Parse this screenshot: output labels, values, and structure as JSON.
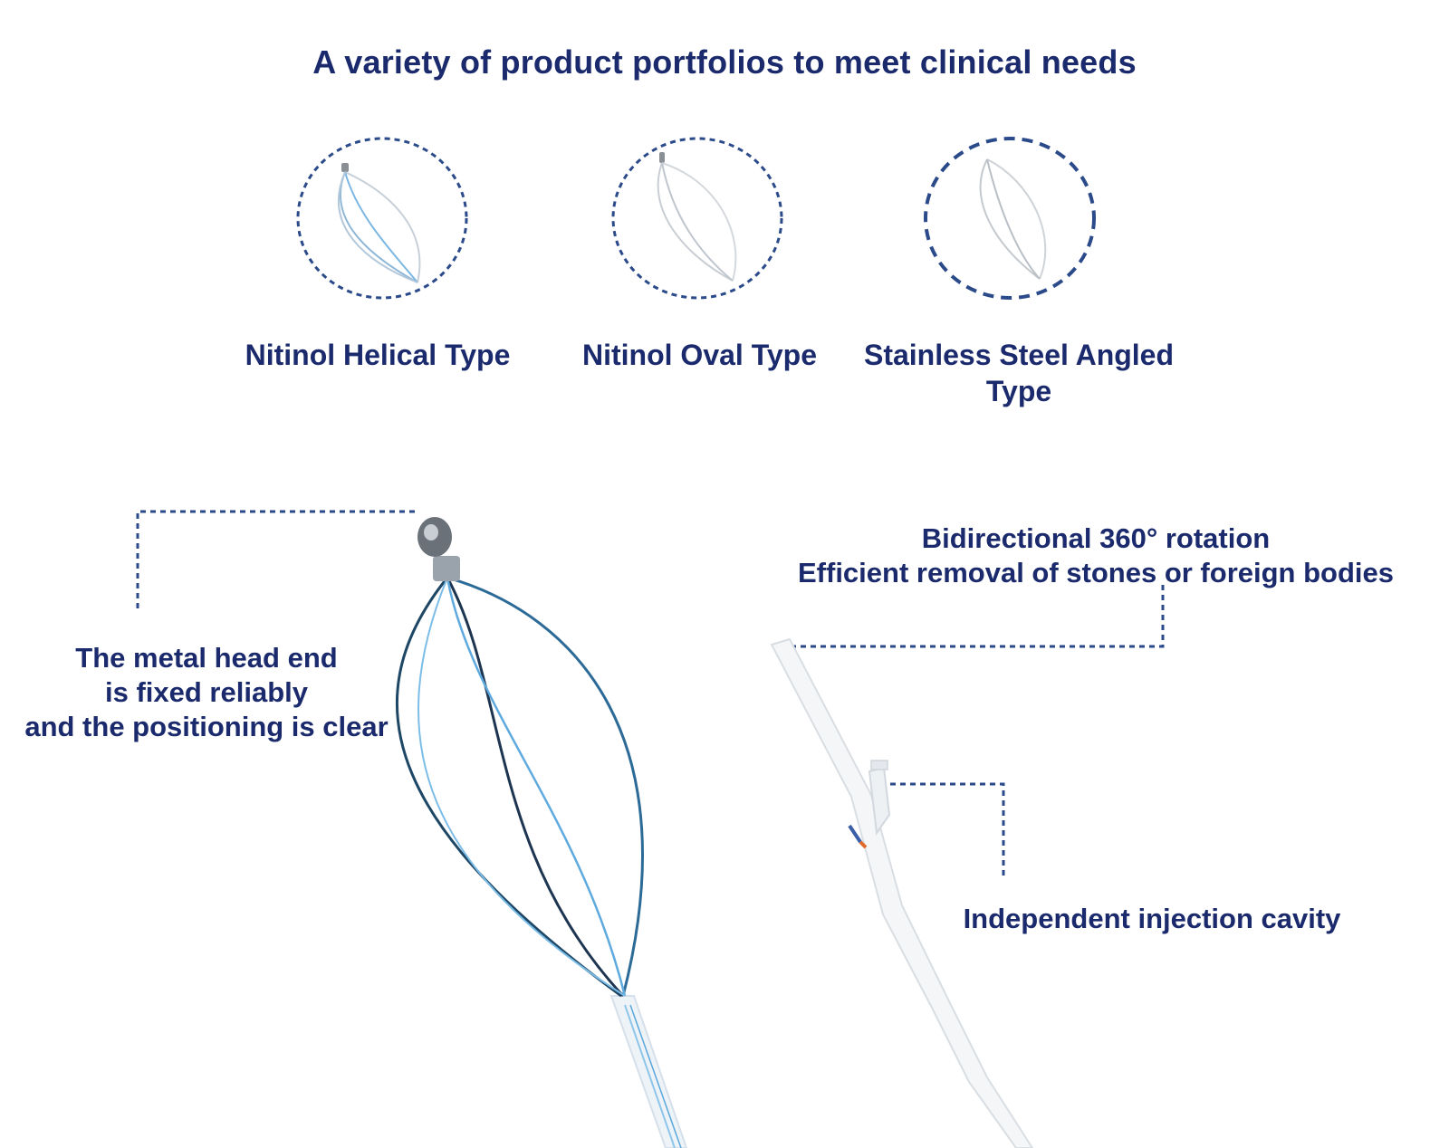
{
  "heading": "A variety of product portfolios to meet clinical needs",
  "product_types": [
    {
      "label": "Nitinol Helical Type"
    },
    {
      "label": "Nitinol Oval Type"
    },
    {
      "label": "Stainless Steel Angled Type",
      "lines": [
        "Stainless Steel Angled",
        "Type"
      ]
    }
  ],
  "callouts": {
    "metal_head": {
      "lines": [
        "The metal head end",
        "is fixed reliably",
        "and the positioning is clear"
      ]
    },
    "rotation": {
      "lines": [
        "Bidirectional 360° rotation",
        "Efficient removal of stones or foreign bodies"
      ]
    },
    "injection": {
      "text": "Independent injection cavity"
    }
  },
  "colors": {
    "text": "#1a2a6c",
    "dashed_line": "#2b4a8a",
    "wire_dark": "#1f3f66",
    "wire_light": "#4fa3d6"
  },
  "icons": {
    "helical": "nitinol-helical-basket-icon",
    "oval": "nitinol-oval-basket-icon",
    "angled": "stainless-steel-angled-basket-icon",
    "basket_device": "stone-retrieval-basket",
    "handle_device": "retrieval-handle-device"
  }
}
